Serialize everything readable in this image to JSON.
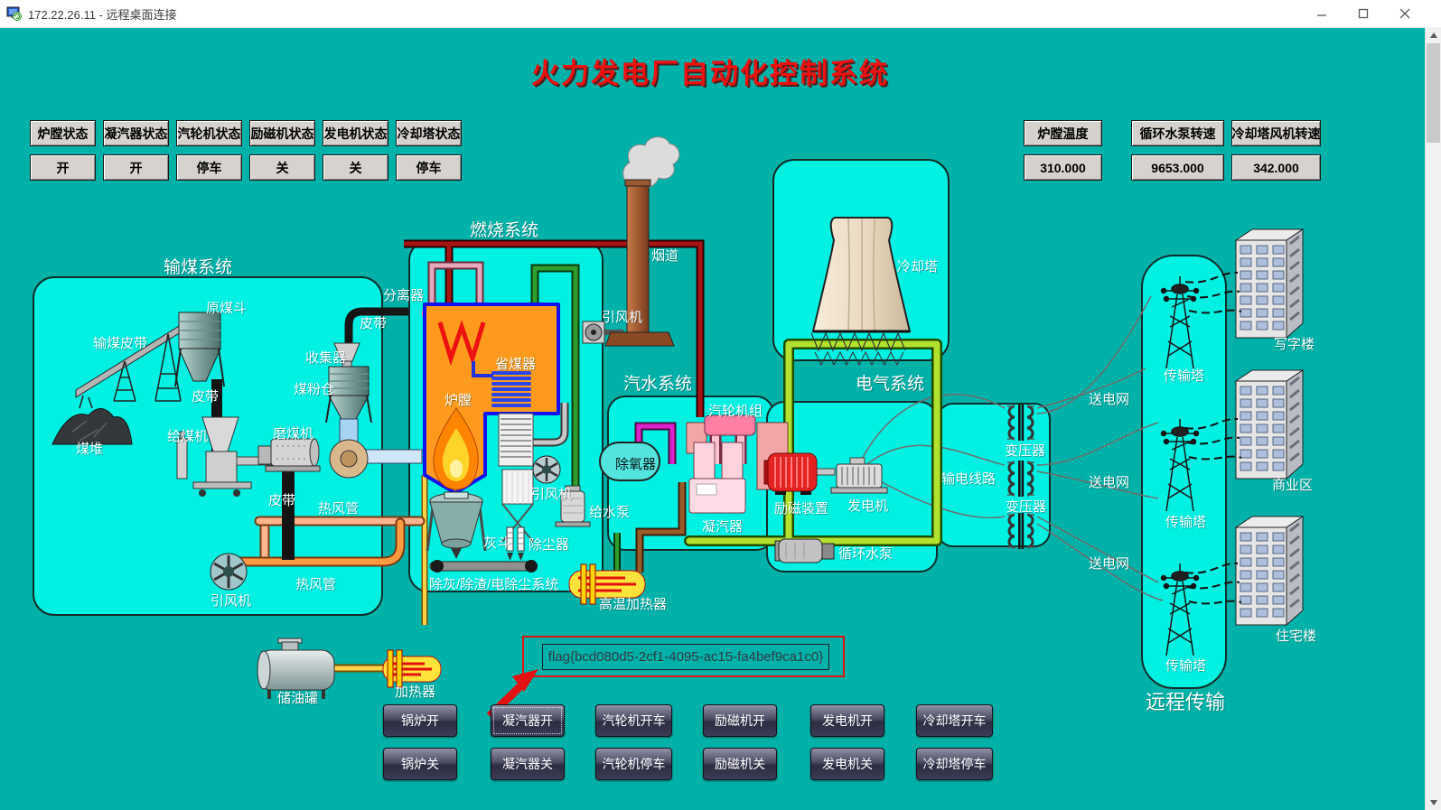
{
  "window": {
    "title": "172.22.26.11 - 远程桌面连接"
  },
  "page_title": "火力发电厂自动化控制系统",
  "status_panel": {
    "items": [
      {
        "label": "炉膛状态",
        "value": "开"
      },
      {
        "label": "凝汽器状态",
        "value": "开"
      },
      {
        "label": "汽轮机状态",
        "value": "停车"
      },
      {
        "label": "励磁机状态",
        "value": "关"
      },
      {
        "label": "发电机状态",
        "value": "关"
      },
      {
        "label": "冷却塔状态",
        "value": "停车"
      }
    ]
  },
  "readings": {
    "items": [
      {
        "label": "炉膛温度",
        "value": "310.000"
      },
      {
        "label": "循环水泵转速",
        "value": "9653.000"
      },
      {
        "label": "冷却塔风机转速",
        "value": "342.000"
      }
    ]
  },
  "sections": {
    "coal": "输煤系统",
    "combustion": "燃烧系统",
    "steam": "汽水系统",
    "electric": "电气系统",
    "remote": "远程传输"
  },
  "labels": {
    "coal_belt": "输煤皮带",
    "raw_hopper": "原煤斗",
    "belt_hopper": "皮带",
    "collector": "收集器",
    "bunker": "煤粉仓",
    "belt_top": "皮带",
    "feeder": "给煤机",
    "mill": "磨煤机",
    "pile": "煤堆",
    "belt_mid": "皮带",
    "hot_air1": "热风管",
    "hot_air2": "热风管",
    "fan_left": "引风机",
    "separator": "分离器",
    "economizer": "省煤器",
    "furnace": "炉膛",
    "flue": "烟道",
    "fan_flue": "引风机",
    "ash_hopper": "灰斗",
    "dust": "除尘器",
    "ash_sys": "除灰/除渣/电除尘系统",
    "fan_mid": "引风机",
    "feed_pump": "给水泵",
    "deaerator": "除氧器",
    "turbine": "汽轮机组",
    "condenser": "凝汽器",
    "exciter": "励磁装置",
    "generator": "发电机",
    "circ_pump": "循环水泵",
    "cooling_tower": "冷却塔",
    "transformer1": "变压器",
    "transformer2": "变压器",
    "power_line": "输电线路",
    "grid1": "送电网",
    "grid2": "送电网",
    "grid3": "送电网",
    "tower1": "传输塔",
    "tower2": "传输塔",
    "tower3": "传输塔",
    "office": "写字楼",
    "commercial": "商业区",
    "residential": "住宅楼",
    "oil_tank": "储油罐",
    "heater": "加热器",
    "ht_heater": "高温加热器"
  },
  "flag": {
    "text": "flag{bcd080d5-2cf1-4095-ac15-fa4bef9ca1c0}"
  },
  "controls": {
    "open": [
      "锅炉开",
      "凝汽器开",
      "汽轮机开车",
      "励磁机开",
      "发电机开",
      "冷却塔开车"
    ],
    "close": [
      "锅炉关",
      "凝汽器关",
      "汽轮机停车",
      "励磁机关",
      "发电机关",
      "冷却塔停车"
    ]
  },
  "colors": {
    "background": "#00b1a7",
    "panel": "#00f0e2",
    "title_red": "#ee1111",
    "flag_border": "#e31212",
    "button_gray": "#d6d3ce",
    "button_dark": "#3c3c55"
  }
}
